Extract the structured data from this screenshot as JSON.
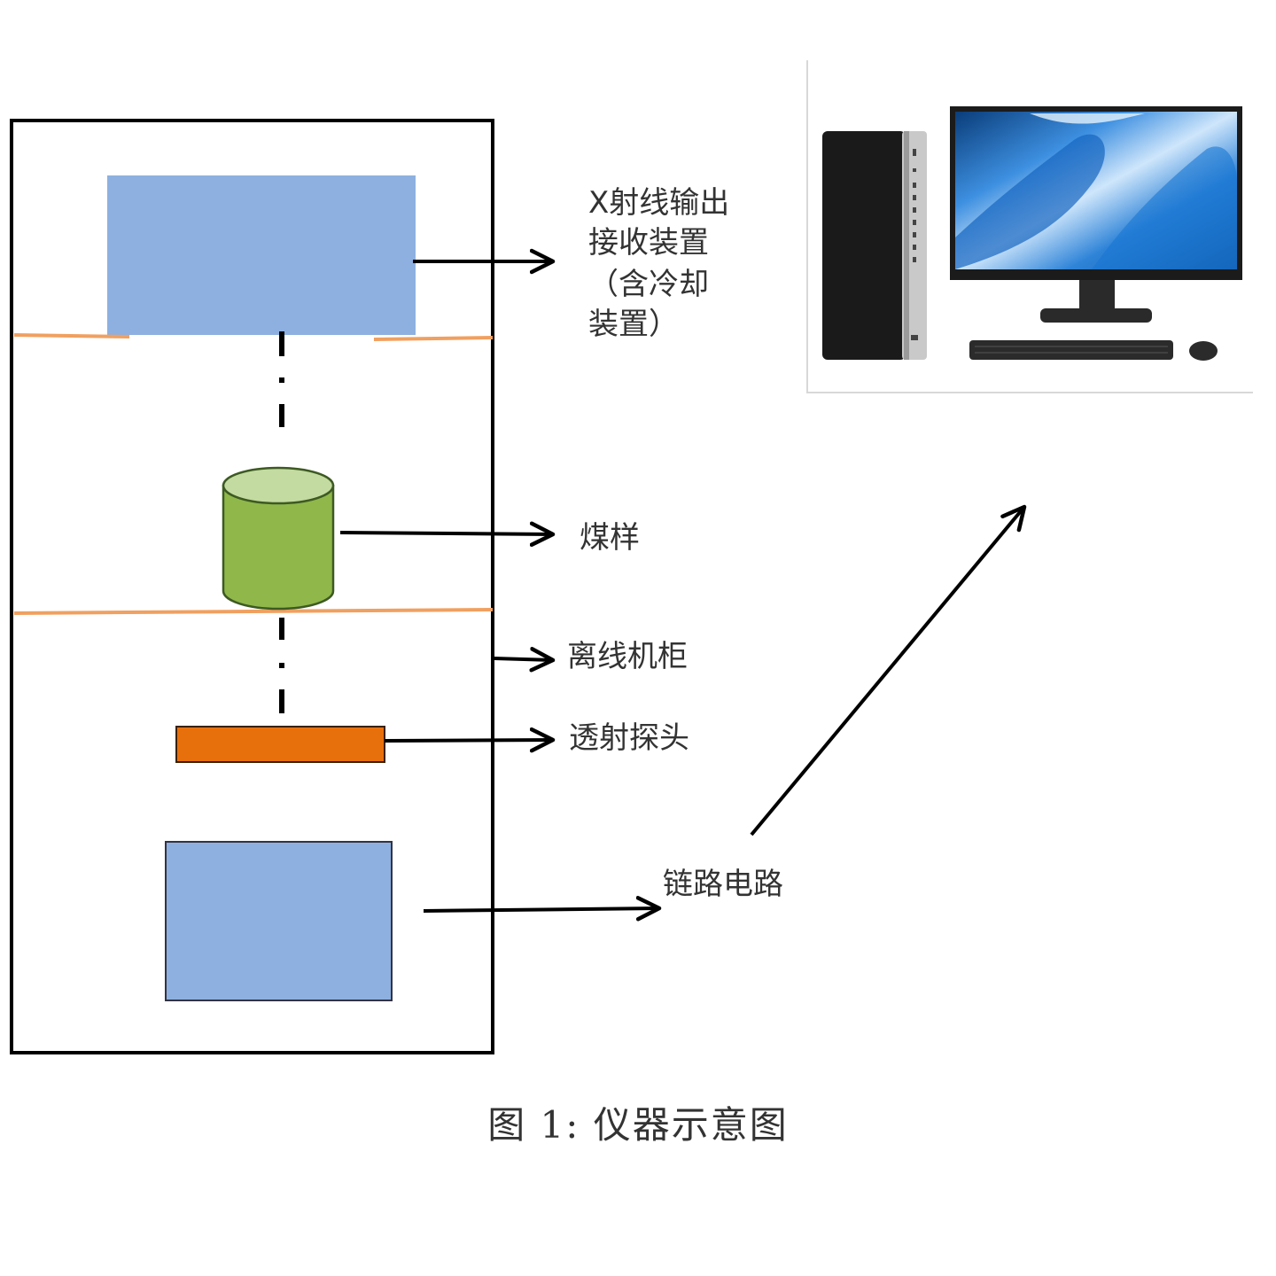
{
  "diagram": {
    "labels": {
      "xray_line1": "X射线输出",
      "xray_line2": "接收装置",
      "xray_line3": "（含冷却",
      "xray_line4": "装置）",
      "coal_sample": "煤样",
      "cabinet": "离线机柜",
      "probe": "透射探头",
      "circuit": "链路电路"
    },
    "caption": "图 1: 仪器示意图",
    "colors": {
      "blue_box": "#8db0e0",
      "cylinder_body": "#8fb74a",
      "cylinder_top": "#c3dba0",
      "probe": "#e8700c",
      "orange_line": "#f0a060",
      "line": "#000000"
    },
    "computer": {
      "description": "desktop computer tower, monitor, keyboard and mouse"
    }
  }
}
